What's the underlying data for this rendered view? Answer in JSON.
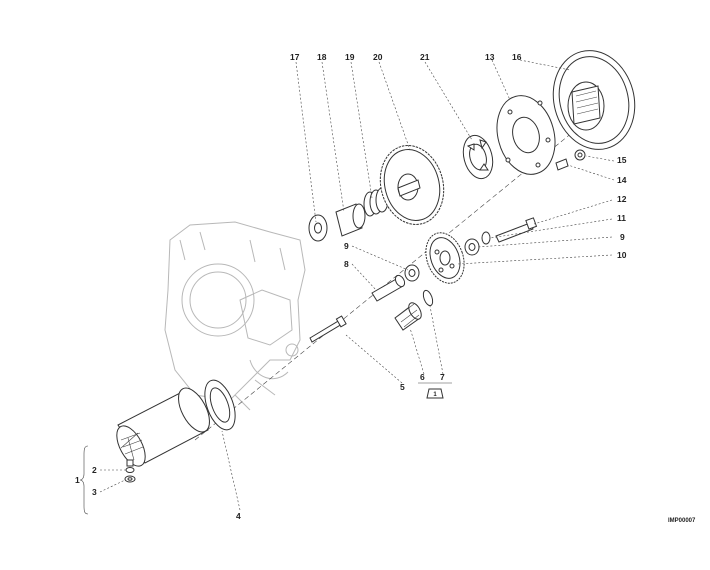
{
  "callouts": {
    "c1": "1",
    "c2": "2",
    "c3": "3",
    "c4": "4",
    "c5": "5",
    "c6": "6",
    "c7": "7",
    "c8": "8",
    "c9a": "9",
    "c9b": "9",
    "c10": "10",
    "c11": "11",
    "c12": "12",
    "c13": "13",
    "c14": "14",
    "c15": "15",
    "c16": "16",
    "c17": "17",
    "c18": "18",
    "c19": "19",
    "c20": "20",
    "c21": "21"
  },
  "kit_symbol": "1",
  "drawing_code": "IMP00007"
}
